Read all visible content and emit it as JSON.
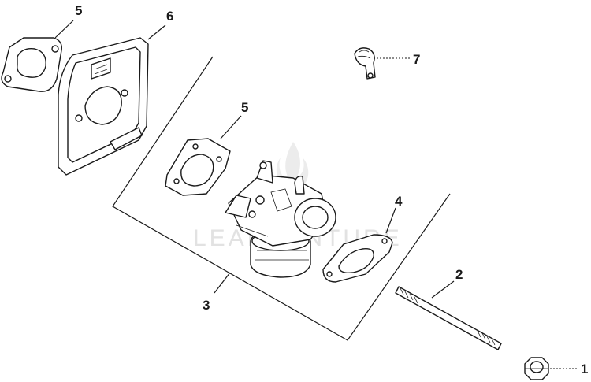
{
  "watermark": "LEADVENTURE",
  "parts": [
    {
      "id": "1",
      "label": "1",
      "icon": "nut-icon"
    },
    {
      "id": "2",
      "label": "2",
      "icon": "stud-icon"
    },
    {
      "id": "3",
      "label": "3",
      "icon": "carburetor-icon"
    },
    {
      "id": "4",
      "label": "4",
      "icon": "gasket-icon"
    },
    {
      "id": "5a",
      "label": "5",
      "icon": "gasket-icon"
    },
    {
      "id": "5b",
      "label": "5",
      "icon": "gasket-icon"
    },
    {
      "id": "6",
      "label": "6",
      "icon": "air-cleaner-base-icon"
    },
    {
      "id": "7",
      "label": "7",
      "icon": "clip-icon"
    }
  ]
}
